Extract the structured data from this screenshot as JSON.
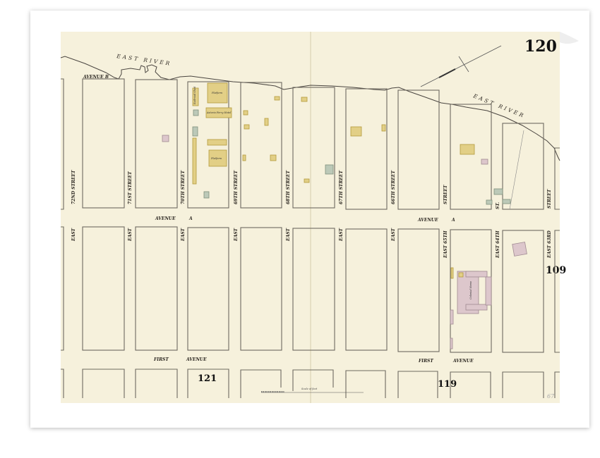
{
  "map": {
    "plate_number": "120",
    "adjacent_plates": [
      "121",
      "119",
      "109"
    ],
    "water_label": "EAST RIVER",
    "avenues": {
      "avenue_b": "AVENUE B",
      "avenue_a": [
        "AVENUE",
        "A"
      ],
      "avenue_a_right": [
        "AVENUE",
        "A"
      ],
      "first_avenue_left": [
        "FIRST",
        "AVENUE"
      ],
      "first_avenue_right": [
        "FIRST",
        "AVENUE"
      ]
    },
    "streets_top": [
      "72ND STREET",
      "71ST STREET",
      "70TH STREET",
      "69TH STREET",
      "68TH STREET",
      "67TH STREET",
      "66TH STREET",
      "STREET",
      "ST.",
      "STREET"
    ],
    "streets_middle": [
      "EAST",
      "EAST",
      "EAST",
      "EAST",
      "EAST",
      "EAST",
      "EAST",
      "EAST 65TH",
      "EAST 64TH",
      "EAST 63RD"
    ],
    "building_labels": [
      "Platform",
      "Platform",
      "Platform",
      "Railroad Shed",
      "Astoria Ferry Hotel",
      "Colonial Home"
    ],
    "scale_label": "Scale of feet",
    "corner_mark": "67",
    "colors": {
      "paper": "#f6f1dc",
      "brick": "#ddc7cc",
      "frame": "#e2cf86",
      "stone": "#bcc9b8",
      "line": "#6e6a60"
    }
  }
}
